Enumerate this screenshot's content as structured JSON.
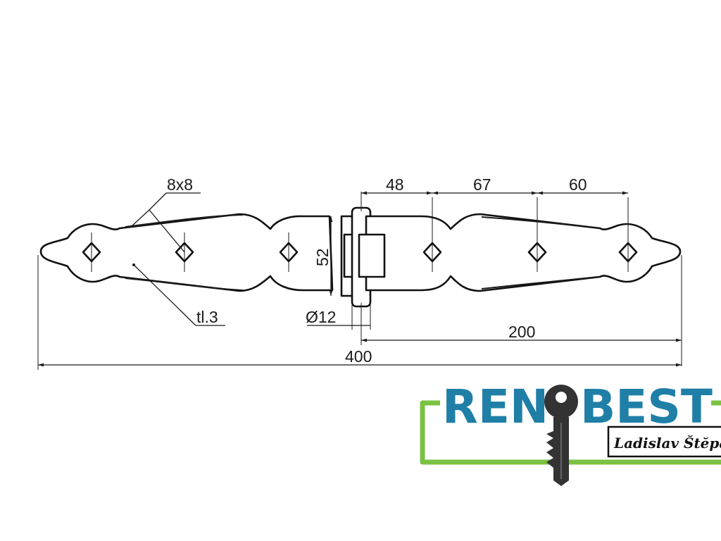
{
  "drawing": {
    "dimensions": {
      "hole_size": "8x8",
      "thickness": "tl.3",
      "height": "52",
      "pin_diameter": "Ø12",
      "spacing_1": "48",
      "spacing_2": "67",
      "spacing_3": "60",
      "half_length": "200",
      "total_length": "400"
    }
  },
  "logo": {
    "brand": "RENOBEST",
    "brand_left": "REN",
    "brand_right": "BEST",
    "owner": "Ladislav Štĕpán",
    "colors": {
      "brand_blue": "#1f7fa7",
      "frame_green": "#7bc142",
      "key": "#333333"
    }
  }
}
